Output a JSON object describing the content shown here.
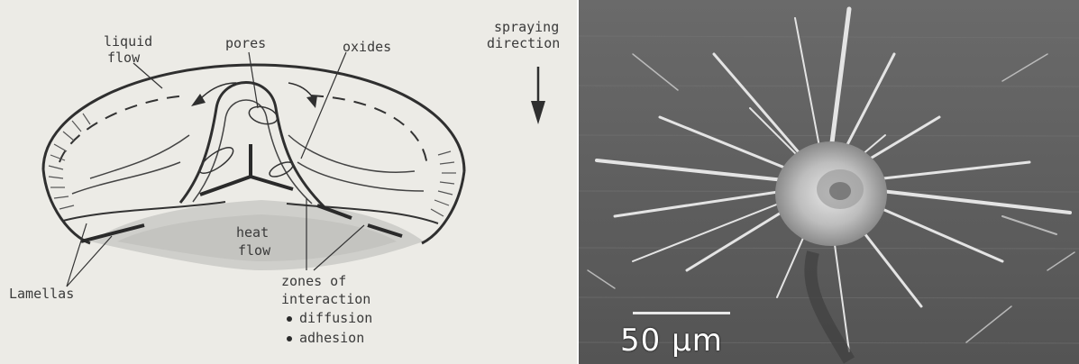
{
  "diagram": {
    "labels": {
      "liquid_flow_1": "liquid",
      "liquid_flow_2": "flow",
      "pores": "pores",
      "oxides": "oxides",
      "spraying_1": "spraying",
      "spraying_2": "direction",
      "heat_1": "heat",
      "heat_2": "flow",
      "lamellas": "Lamellas",
      "zones_1": "zones of",
      "zones_2": "interaction",
      "bullet_1": "diffusion",
      "bullet_2": "adhesion"
    }
  },
  "micrograph": {
    "scale_label": "50 µm"
  }
}
